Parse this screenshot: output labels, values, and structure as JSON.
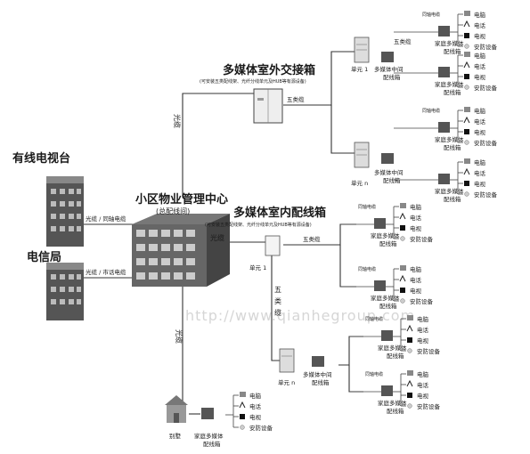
{
  "watermark": "http://www.qianhegroup.com",
  "sources": {
    "cable_tv": "有线电视台",
    "telecom": "电信局"
  },
  "links": {
    "cable_tv_link": "光缆 / 同轴电缆",
    "telecom_link": "光缆 / 市话电缆",
    "fiber": "光缆",
    "cat5": "五类缆",
    "coax": "同轴电缆",
    "cat5_vertical": [
      "五",
      "类",
      "缆"
    ]
  },
  "center": {
    "title": "小区物业管理中心",
    "subtitle": "(总配线间)"
  },
  "outdoor_box": {
    "title": "多媒体室外交接箱",
    "note": "(可安装五类配线架、光纤分线单元及HUB等有源设备)"
  },
  "indoor_box": {
    "title": "多媒体室内配线箱",
    "note": "(可安装五类配线架、光纤分线单元及HUB等有源设备)"
  },
  "units": {
    "unit1": "单元 1",
    "unitn": "单元 n"
  },
  "mid_box": [
    "多媒体中间",
    "配线箱"
  ],
  "home_box": [
    "家庭多媒体",
    "配线箱"
  ],
  "villa": "别墅",
  "villa_box": [
    "家庭多媒体",
    "配线箱"
  ],
  "devices": [
    "电脑",
    "电话",
    "电视",
    "安防设备"
  ],
  "colors": {
    "line": "#333333",
    "watermark": "#d6d6d6"
  }
}
